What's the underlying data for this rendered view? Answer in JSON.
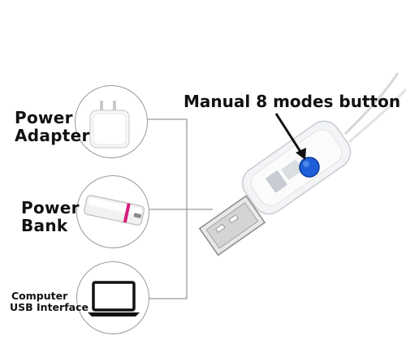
{
  "callout": {
    "text": "Manual 8 modes button"
  },
  "sources": [
    {
      "label_line1": "Power",
      "label_line2": "Adapter",
      "icon": "power-adapter-icon"
    },
    {
      "label_line1": "Power",
      "label_line2": "Bank",
      "icon": "power-bank-icon"
    },
    {
      "label_line1": "Computer",
      "label_line2": "USB Interface",
      "icon": "laptop-icon"
    }
  ],
  "colors": {
    "button_blue": "#1d5fd8",
    "connector_line": "#9a9a9a",
    "power_bank_accent": "#d81b7a"
  }
}
